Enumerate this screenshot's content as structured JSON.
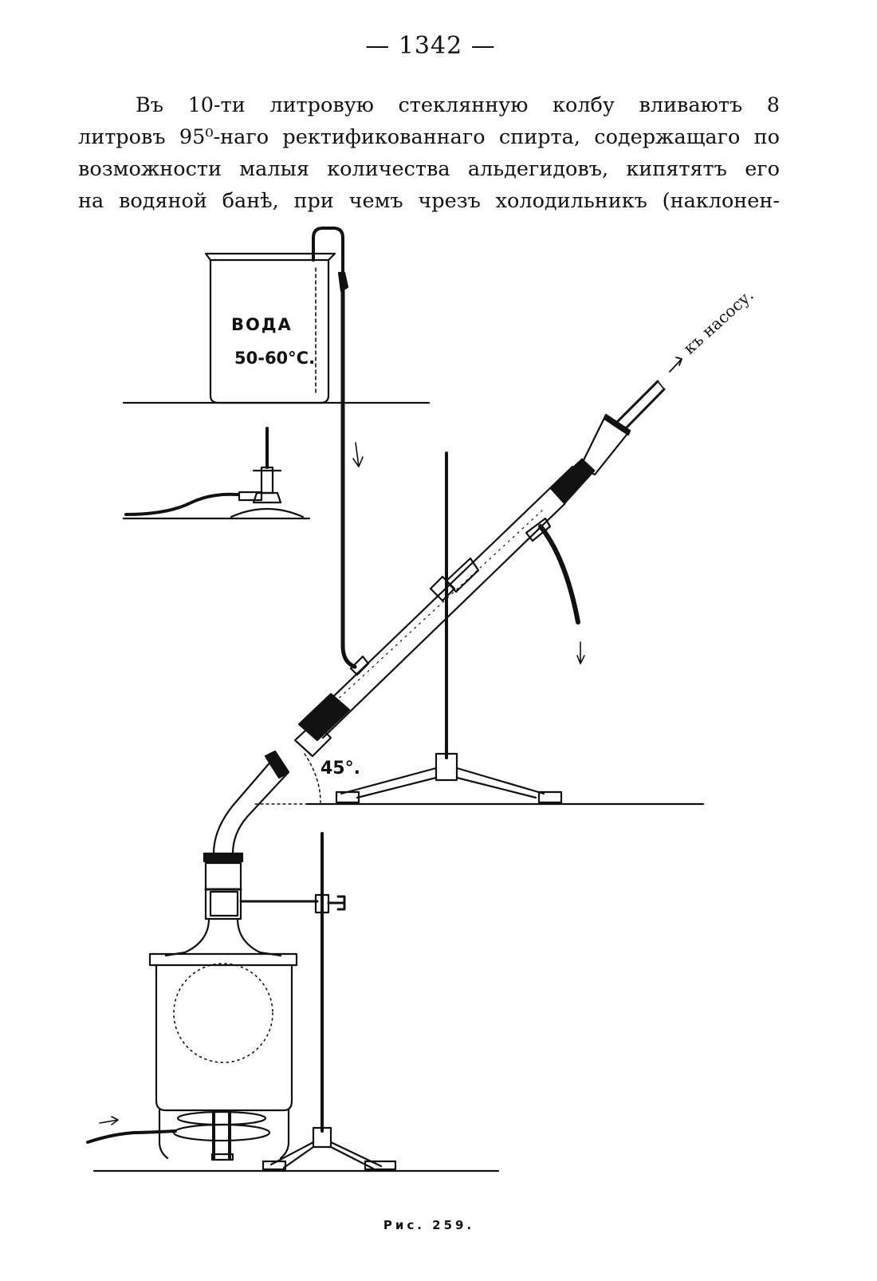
{
  "page_number": "— 1342 —",
  "paragraph": {
    "lines": [
      "Въ 10-ти литровую стеклянную колбу вливаютъ 8",
      "литровъ 95⁰-наго ректификованнаго спирта, содержащаго по",
      "возможности малыя количества альдегидовъ, кипятятъ его",
      "на водяной банѣ, при чемъ чрезъ холодильникъ (наклонен-"
    ]
  },
  "figure": {
    "beaker_label": "ВОДА",
    "beaker_temperature": "50-60°C.",
    "pump_label": "къ насосу.",
    "angle_label": "45°.",
    "caption": "Рис. 259."
  }
}
